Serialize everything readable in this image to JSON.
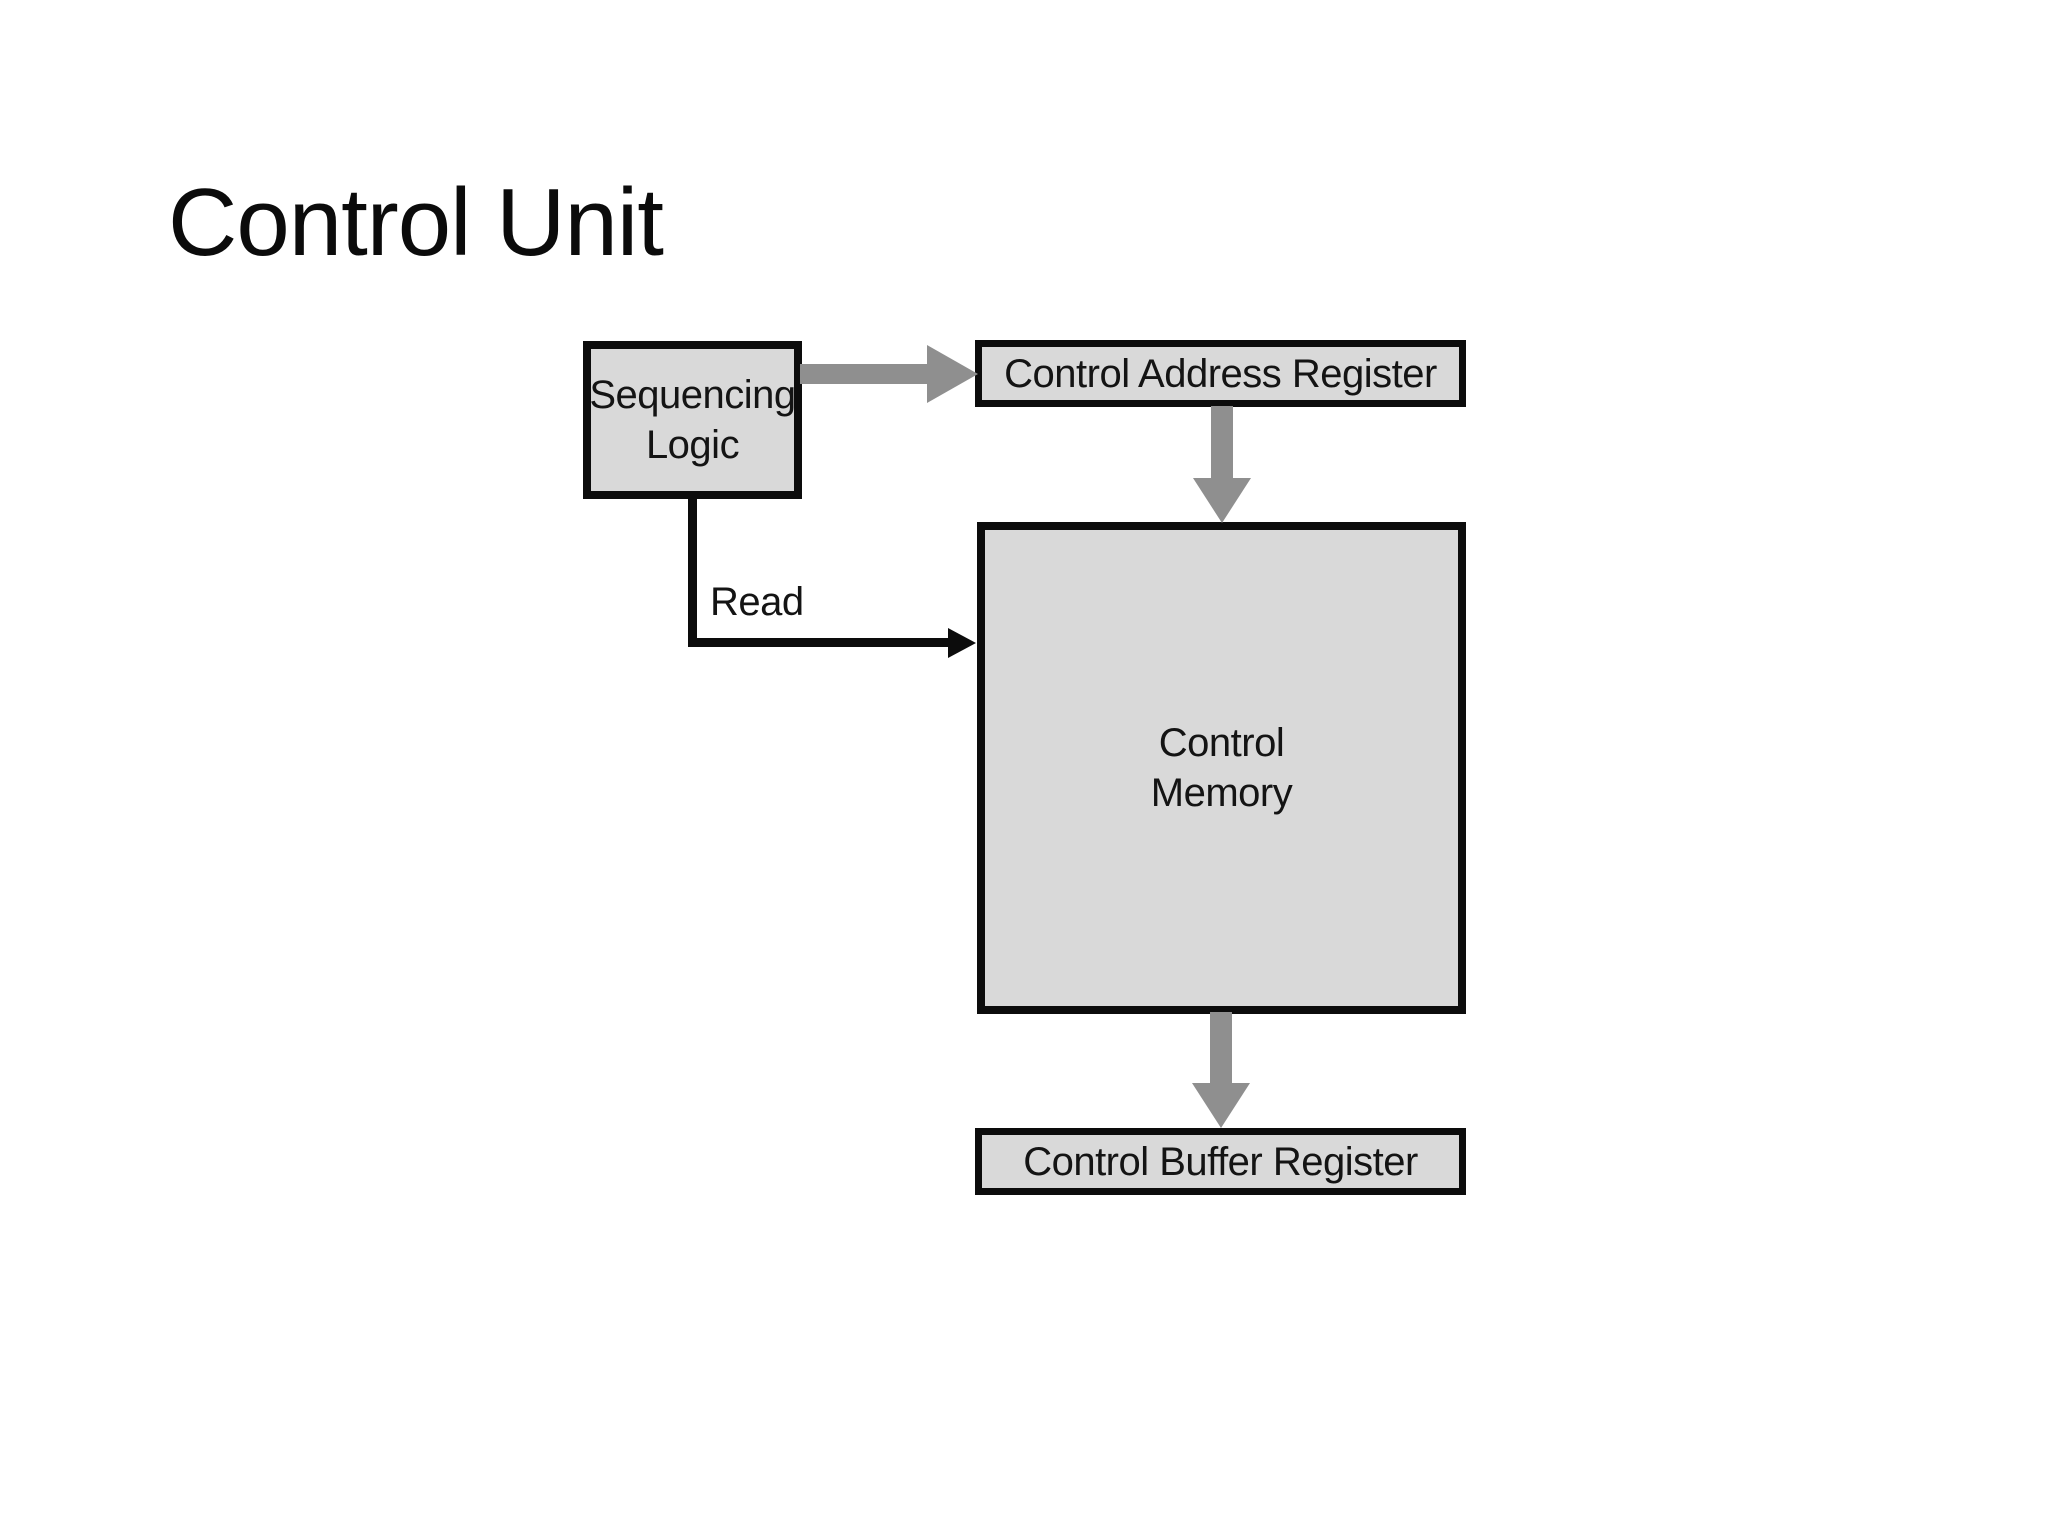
{
  "slide": {
    "title": "Control Unit"
  },
  "diagram": {
    "nodes": {
      "sequencing_logic": {
        "label": "Sequencing\nLogic"
      },
      "control_address_register": {
        "label": "Control Address Register"
      },
      "control_memory": {
        "label": "Control\nMemory"
      },
      "control_buffer_register": {
        "label": "Control Buffer Register"
      }
    },
    "edge_labels": {
      "read": "Read"
    },
    "colors": {
      "node_fill": "#d9d9d9",
      "node_border": "#0c0c0c",
      "arrow_gray": "#8f8f8f",
      "connector_black": "#0c0c0c",
      "background": "#ffffff"
    }
  }
}
